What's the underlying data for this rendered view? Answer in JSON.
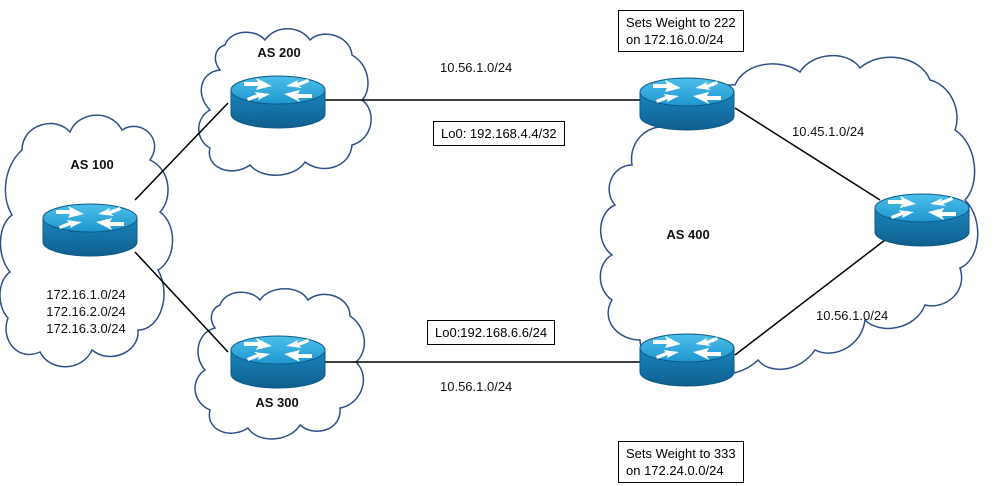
{
  "as_labels": {
    "as100": "AS 100",
    "as200": "AS 200",
    "as300": "AS 300",
    "as400": "AS 400"
  },
  "as100_networks": [
    "172.16.1.0/24",
    "172.16.2.0/24",
    "172.16.3.0/24"
  ],
  "links": {
    "top_link": "10.56.1.0/24",
    "bottom_link": "10.56.1.0/24",
    "as400_upper": "10.45.1.0/24",
    "as400_lower": "10.56.1.0/24"
  },
  "loopbacks": {
    "as200": "Lo0: 192.168.4.4/32",
    "as300": "Lo0:192.168.6.6/24"
  },
  "weight_notes": {
    "top": [
      "Sets Weight to 222",
      "on 172.16.0.0/24"
    ],
    "bottom": [
      "Sets Weight to 333",
      "on 172.24.0.0/24"
    ]
  },
  "colors": {
    "cloud_stroke": "#2e4f8a",
    "router_body": "#1c8fc6",
    "router_top": "#2aa9dc",
    "link": "#000000"
  },
  "icons": [
    "router-icon",
    "cloud-shape"
  ]
}
